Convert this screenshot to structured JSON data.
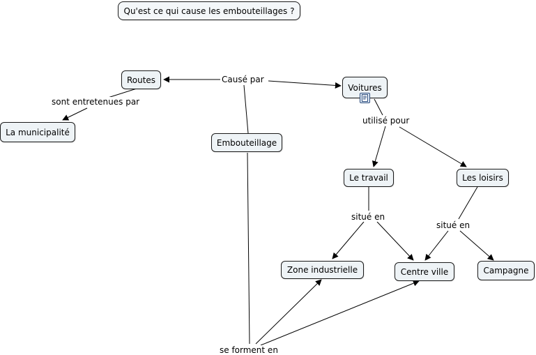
{
  "title": "Qu'est ce qui cause les embouteillages ?",
  "nodes": {
    "routes": "Routes",
    "municipalite": "La municipalité",
    "voitures": "Voitures",
    "embouteillage": "Embouteillage",
    "travail": "Le travail",
    "loisirs": "Les loisirs",
    "zone": "Zone industrielle",
    "centre": "Centre ville",
    "campagne": "Campagne"
  },
  "links": {
    "cause_par": "Causé par",
    "entretenues": "sont entretenues par",
    "utilise_pour": "utilisé pour",
    "situe_en_1": "situé en",
    "situe_en_2": "situé en",
    "forment": "se forment en"
  },
  "icons": {
    "resource": "document-icon"
  },
  "colors": {
    "node_fill": "#eef3f6",
    "border": "#1a1a1a",
    "icon": "#2a4b7c"
  }
}
